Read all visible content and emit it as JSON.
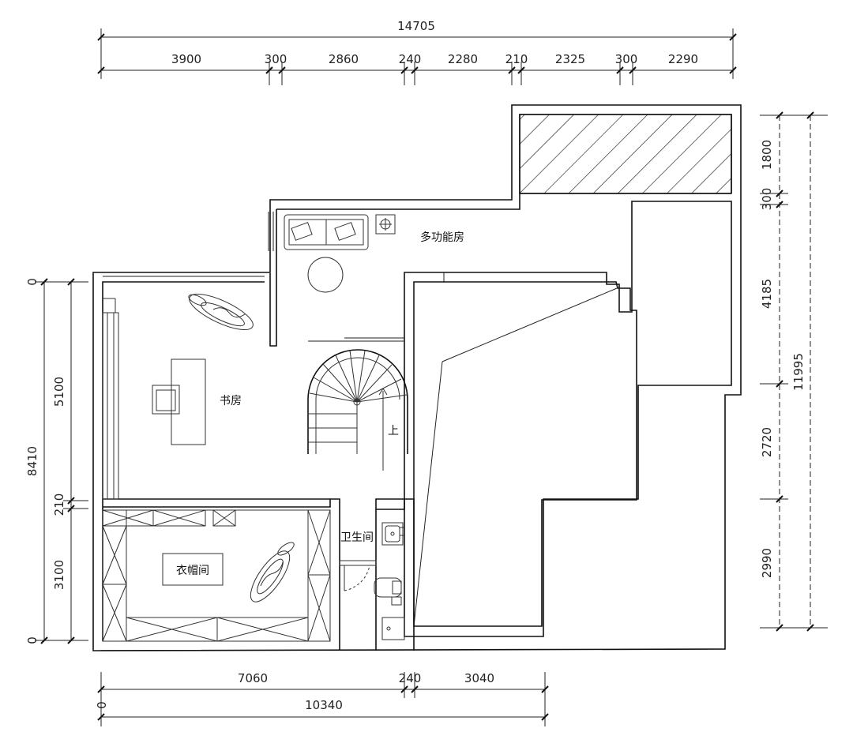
{
  "dimensions": {
    "top_total": "14705",
    "top_segments": [
      "3900",
      "300",
      "2860",
      "240",
      "2280",
      "210",
      "2325",
      "300",
      "2290"
    ],
    "bottom_segments": [
      "7060",
      "240",
      "3040"
    ],
    "bottom_total": "10340",
    "bottom_zero": "0",
    "left_total": "8410",
    "left_segments": [
      "5100",
      "210",
      "3100"
    ],
    "left_zero_top": "0",
    "left_zero_bottom": "0",
    "right_total": "11995",
    "right_segments": [
      "1800",
      "300",
      "4185",
      "2720",
      "2990"
    ]
  },
  "rooms": {
    "multi_function": "多功能房",
    "study": "书房",
    "wardrobe": "衣帽间",
    "bathroom": "卫生间",
    "stairs_up": "上"
  }
}
